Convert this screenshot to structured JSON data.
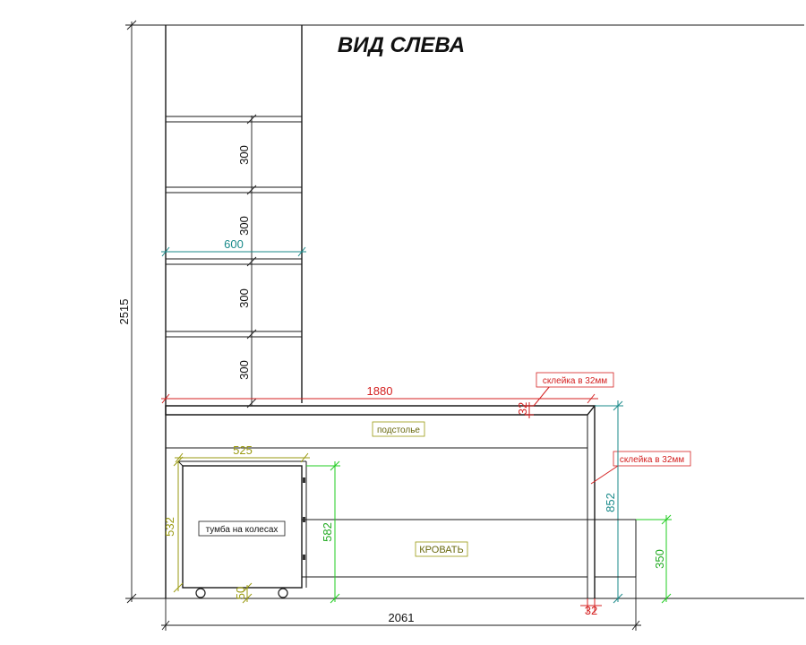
{
  "title": "ВИД СЛЕВА",
  "colors": {
    "outline": "#1a1a1a",
    "teal": "#1a8a8a",
    "red": "#d42020",
    "olive": "#9a9a10",
    "green": "#22cc22"
  },
  "dimensions": {
    "total_height": "2515",
    "shelf_1": "300",
    "shelf_2": "300",
    "shelf_3": "300",
    "shelf_4": "300",
    "shelf_depth": "600",
    "desk_length": "1880",
    "top_thickness": "32",
    "pedestal_width": "525",
    "pedestal_height": "532",
    "wheel_height": "50",
    "bed_side_height": "582",
    "desk_height": "852",
    "bed_height": "350",
    "leg_thickness": "32",
    "total_length": "2061"
  },
  "labels": {
    "gluing_top": "склейка в 32мм",
    "gluing_side": "склейка в 32мм",
    "under_top": "подстолье",
    "pedestal": "тумба на колесах",
    "bed": "КРОВАТЬ"
  }
}
